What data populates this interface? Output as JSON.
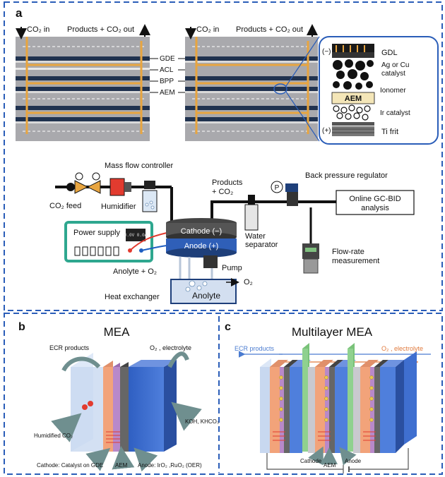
{
  "panel_a": {
    "letter": "a",
    "stack_left": {
      "co2_in": "CO₂ in",
      "products_out": "Products + CO₂ out"
    },
    "stack_right": {
      "co2_in": "CO₂ in",
      "products_out": "Products + CO₂ out"
    },
    "layer_labels": [
      "GDE",
      "ACL",
      "BPP",
      "AEM"
    ],
    "zoom": {
      "minus": "(−)",
      "gdl": "GDL",
      "catalyst": "Ag or Cu catalyst",
      "ionomer": "Ionomer",
      "aem": "AEM",
      "ir": "Ir catalyst",
      "plus": "(+)",
      "ti": "Ti frit"
    },
    "flow": {
      "mfc": "Mass flow controller",
      "co2_feed": "CO₂ feed",
      "humidifier": "Humidifier",
      "products": "Products",
      "products_co2": "+ CO₂",
      "bpr": "Back pressure regulator",
      "gc_line1": "Online GC-BID",
      "gc_line2": "analysis",
      "power": "Power supply",
      "power_screen": "0.0V 0.0A",
      "cathode": "Cathode (−)",
      "anode": "Anode (+)",
      "water_sep_line1": "Water",
      "water_sep_line2": "separator",
      "anolyte_o2": "Anolyte + O₂",
      "pump": "Pump",
      "o2": "O₂",
      "anolyte": "Anolyte",
      "heat_ex": "Heat exchanger",
      "flowrate_line1": "Flow-rate",
      "flowrate_line2": "measurement",
      "p_gauge": "P"
    }
  },
  "panel_b": {
    "letter": "b",
    "title": "MEA",
    "ecr": "ECR products",
    "o2e": "O₂ , electrolyte",
    "hum": "Humidified CO₂",
    "koh": "KOH, KHCO₃",
    "cathode": "Cathode: Catalyst on GDE",
    "aem": "AEM",
    "anode": "Anode: IrO₂ ,RuO₂ (OER)"
  },
  "panel_c": {
    "letter": "c",
    "title": "Multilayer MEA",
    "ecr": "ECR products",
    "o2e": "O₂ , electrolyte",
    "cathode": "Cathode",
    "aem": "AEM",
    "anode": "Anode"
  },
  "colors": {
    "border": "#2a5db8",
    "orange": "#f2a37a",
    "gold": "#e8a540",
    "blue_plate": "#3f6fd0",
    "green": "#8fd18f",
    "gray_plate": "#c9c9cf"
  }
}
